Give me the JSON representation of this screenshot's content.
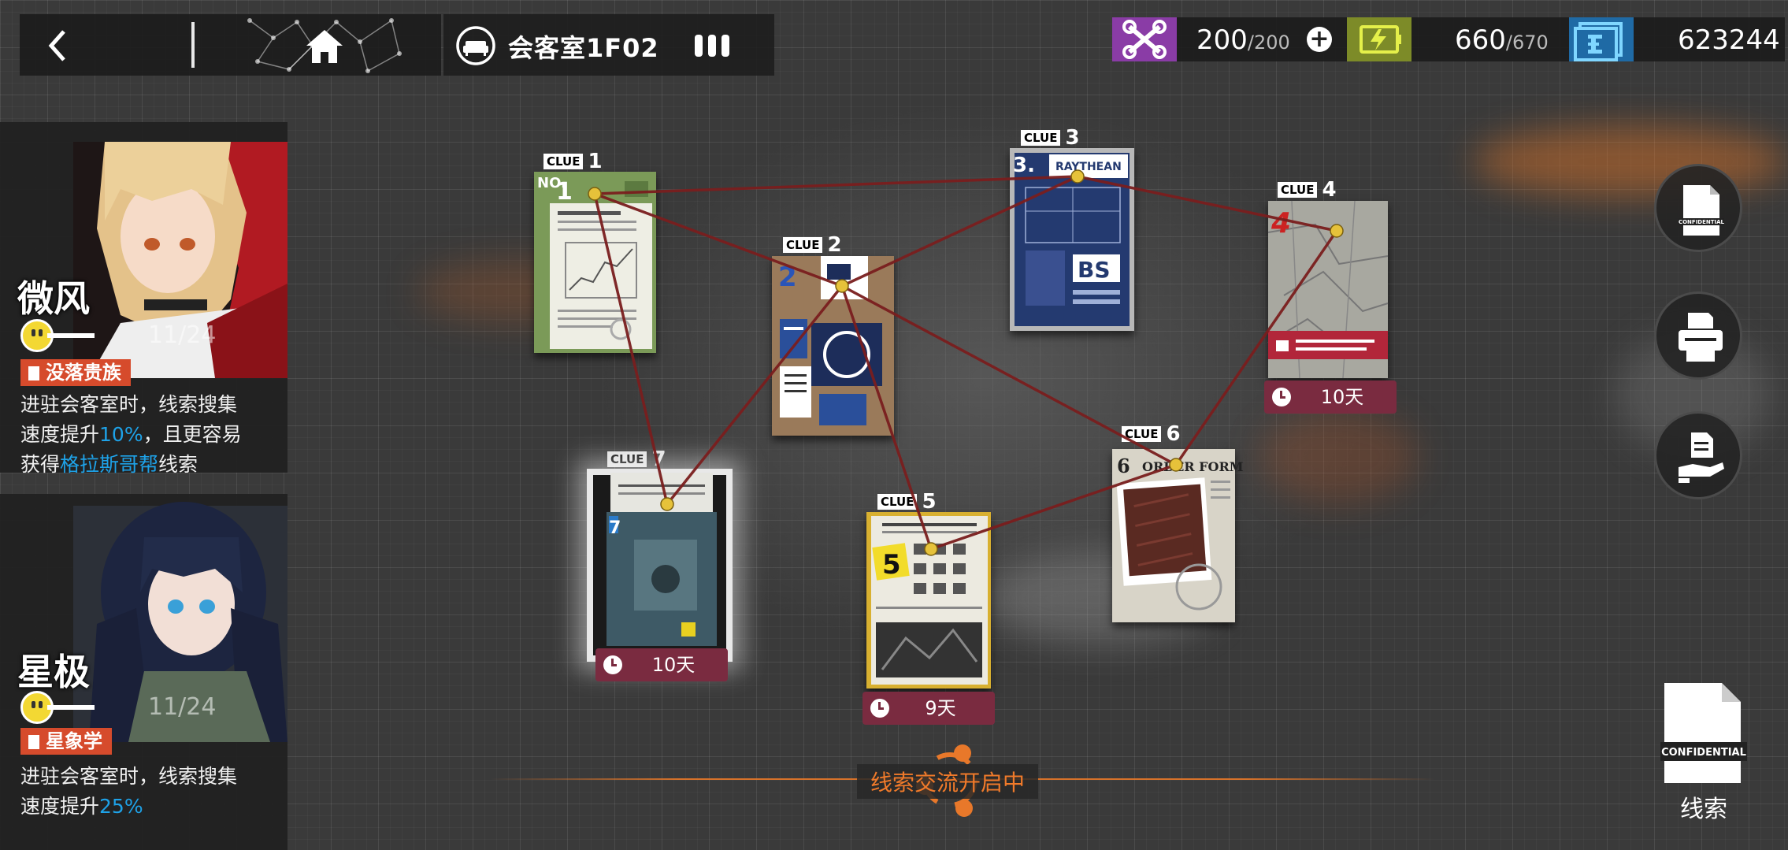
{
  "header": {
    "room_title": "会客室1F02"
  },
  "resources": {
    "drone_current": "200",
    "drone_max": "/200",
    "battery_current": "660",
    "battery_max": "/670",
    "lmd": "623244"
  },
  "operators": [
    {
      "name": "微风",
      "mood": "11/24",
      "skill_name": "没落贵族",
      "desc_1": "进驻会客室时，线索搜集",
      "desc_2a": "速度提升",
      "desc_2b": "10%",
      "desc_2c": "，且更容易",
      "desc_3a": "获得",
      "desc_3b": "格拉斯哥帮",
      "desc_3c": "线索"
    },
    {
      "name": "星极",
      "mood": "11/24",
      "skill_name": "星象学",
      "desc_1": "进驻会客室时，线索搜集",
      "desc_2a": "速度提升",
      "desc_2b": "25%"
    }
  ],
  "clues": [
    {
      "label": "CLUE",
      "number": "1",
      "timer": ""
    },
    {
      "label": "CLUE",
      "number": "2",
      "timer": ""
    },
    {
      "label": "CLUE",
      "number": "3",
      "timer": ""
    },
    {
      "label": "CLUE",
      "number": "4",
      "timer": "10天"
    },
    {
      "label": "CLUE",
      "number": "5",
      "timer": "9天"
    },
    {
      "label": "CLUE",
      "number": "6",
      "timer": ""
    },
    {
      "label": "CLUE",
      "number": "7",
      "timer": "10天"
    }
  ],
  "card_text": {
    "c1_no": "NO.",
    "c1_num": "1",
    "c2_num": "2",
    "c3_num": "3.",
    "c3_head": "RAYTHEAN",
    "c3_bs": "BS",
    "c4_num": "4",
    "c5_num": "5",
    "c6_num": "6",
    "c6_head": "ORDER FORM",
    "c7_num": "7"
  },
  "right_buttons": {
    "confidential_text": "CONFIDENTIAL",
    "clue_label": "线索"
  },
  "exchange": {
    "text": "线索交流开启中"
  },
  "colors": {
    "accent_orange": "#f07a2a",
    "skill_tag_red": "#d64b2c",
    "timer_bg": "#7a2b40",
    "highlight_blue": "#1ea2e8",
    "string_red": "#7a1e1e",
    "pin_yellow": "#e6c23a"
  }
}
